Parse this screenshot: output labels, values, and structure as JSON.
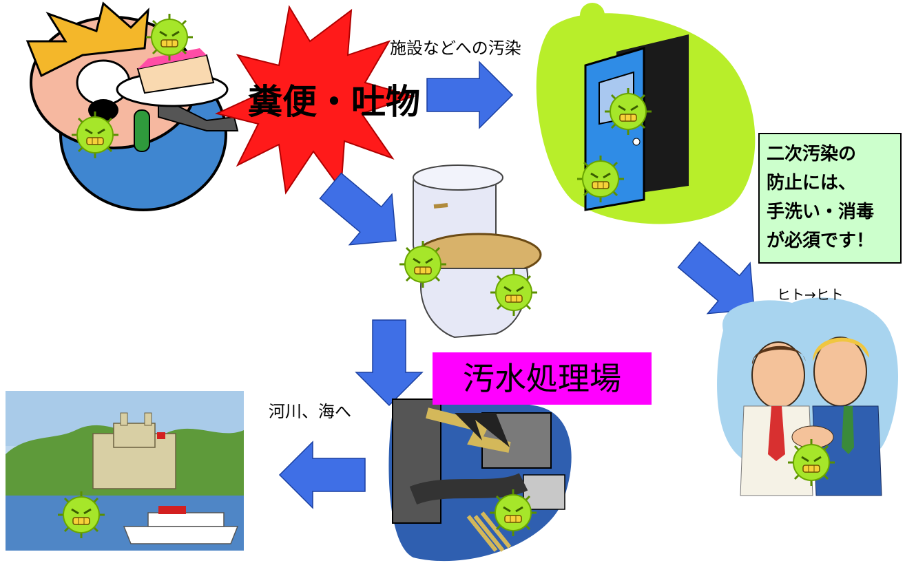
{
  "labels": {
    "source": "糞便・吐物",
    "facility_contamination": "施設などへの汚染",
    "sewage_plant": "汚水処理場",
    "to_river_sea": "河川、海へ",
    "person_to_person": "ヒト→ヒト"
  },
  "notice": {
    "lines": [
      "二次汚染の",
      "防止には、",
      "手洗い・消毒",
      "が必須です！"
    ]
  },
  "colors": {
    "arrow": "#3f6fe6",
    "burst": "#ff1a1a",
    "sewage_label_bg": "#ff00ff",
    "notice_bg": "#ccffcc",
    "virus": "#9be21a",
    "door_bubble": "#b8ee2a"
  },
  "icons": [
    "eating-boy-icon",
    "burst-icon",
    "door-icon",
    "toilet-icon",
    "sewage-plant-icon",
    "river-castle-icon",
    "handshake-icon",
    "virus-icon"
  ]
}
